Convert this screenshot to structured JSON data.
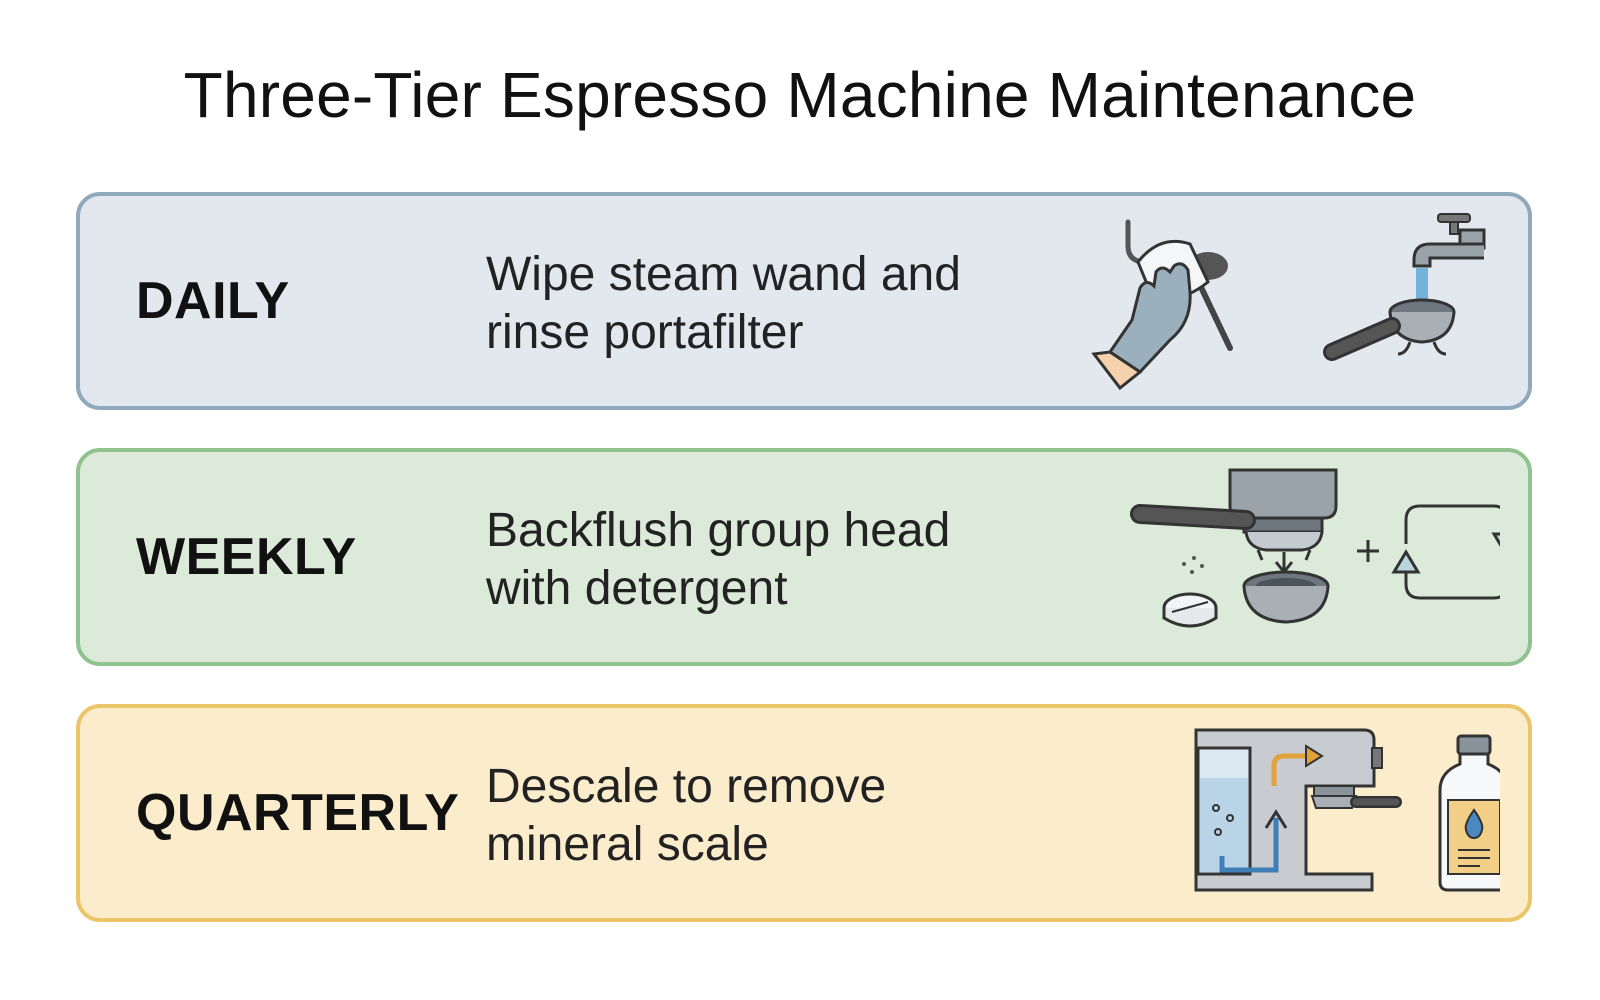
{
  "title": "Three-Tier Espresso Machine Maintenance",
  "tiers": [
    {
      "name": "DAILY",
      "description": "Wipe steam wand and rinse portafilter",
      "fill": "#e2e8ee",
      "border": "#90a9bd",
      "icons": [
        "gloved-hand-wiping-steam-wand-icon",
        "faucet-rinsing-portafilter-icon"
      ]
    },
    {
      "name": "WEEKLY",
      "description": "Backflush group head with detergent",
      "fill": "#dcebd9",
      "border": "#90c28f",
      "icons": [
        "group-head-portafilter-icon",
        "detergent-tablet-icon",
        "blind-basket-icon",
        "plus-icon",
        "cycle-arrows-icon"
      ]
    },
    {
      "name": "QUARTERLY",
      "description": "Descale to remove mineral scale",
      "fill": "#fbeccb",
      "border": "#ecc46a",
      "icons": [
        "espresso-machine-descaling-icon",
        "descaler-bottle-icon"
      ]
    }
  ]
}
